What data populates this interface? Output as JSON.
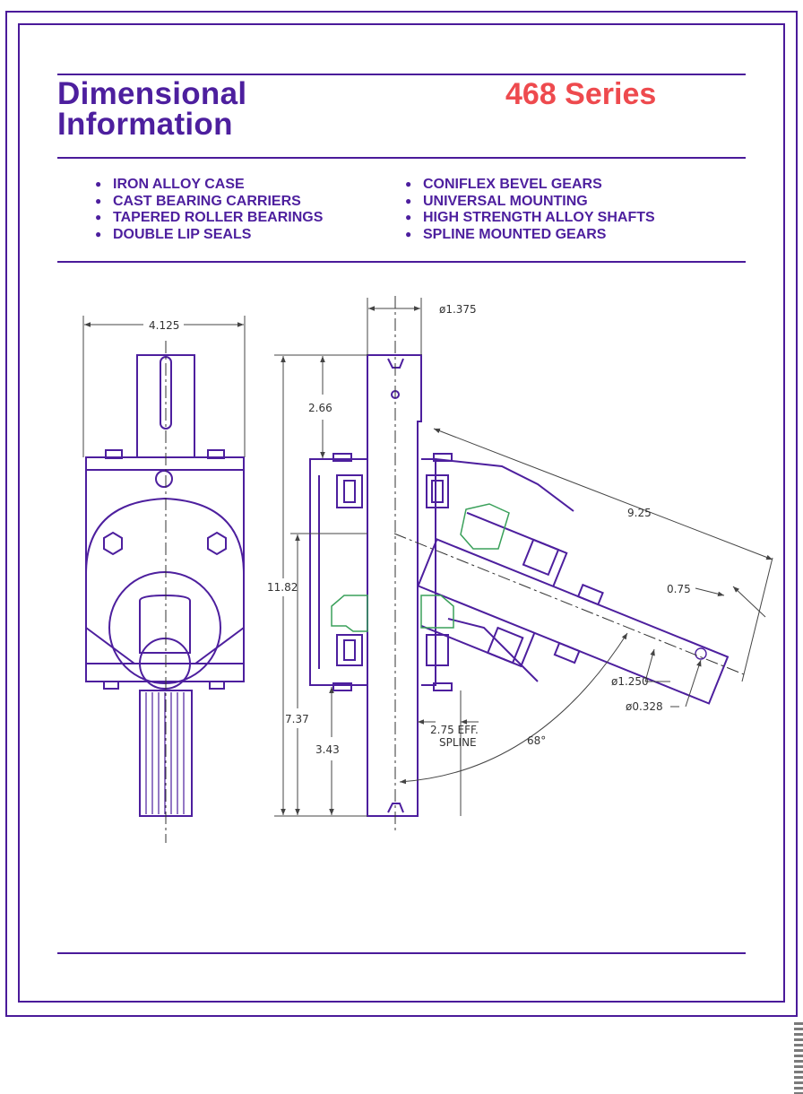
{
  "header": {
    "title_line1": "Dimensional",
    "title_line2": "Information",
    "series": "468 Series"
  },
  "features_left": [
    "IRON ALLOY CASE",
    "CAST BEARING CARRIERS",
    "TAPERED ROLLER BEARINGS",
    "DOUBLE LIP SEALS"
  ],
  "features_right": [
    "CONIFLEX BEVEL GEARS",
    "UNIVERSAL MOUNTING",
    "HIGH STRENGTH ALLOY SHAFTS",
    "SPLINE MOUNTED GEARS"
  ],
  "dimensions": {
    "width": "4.125",
    "shaft_diameter": "ø1.375",
    "offset_top": "2.66",
    "overall_height": "11.82",
    "lower_height": "7.37",
    "bottom_height": "3.43",
    "spline_length_line1": "2.75 EFF.",
    "spline_length_line2": "SPLINE",
    "angle": "68°",
    "arm_length": "9.25",
    "hole_offset": "0.75",
    "arm_diameter": "ø1.250",
    "hole_diameter": "ø0.328"
  },
  "colors": {
    "accent": "#4d1f9e",
    "series": "#ee4a4e",
    "gear": "#3aa05a"
  }
}
